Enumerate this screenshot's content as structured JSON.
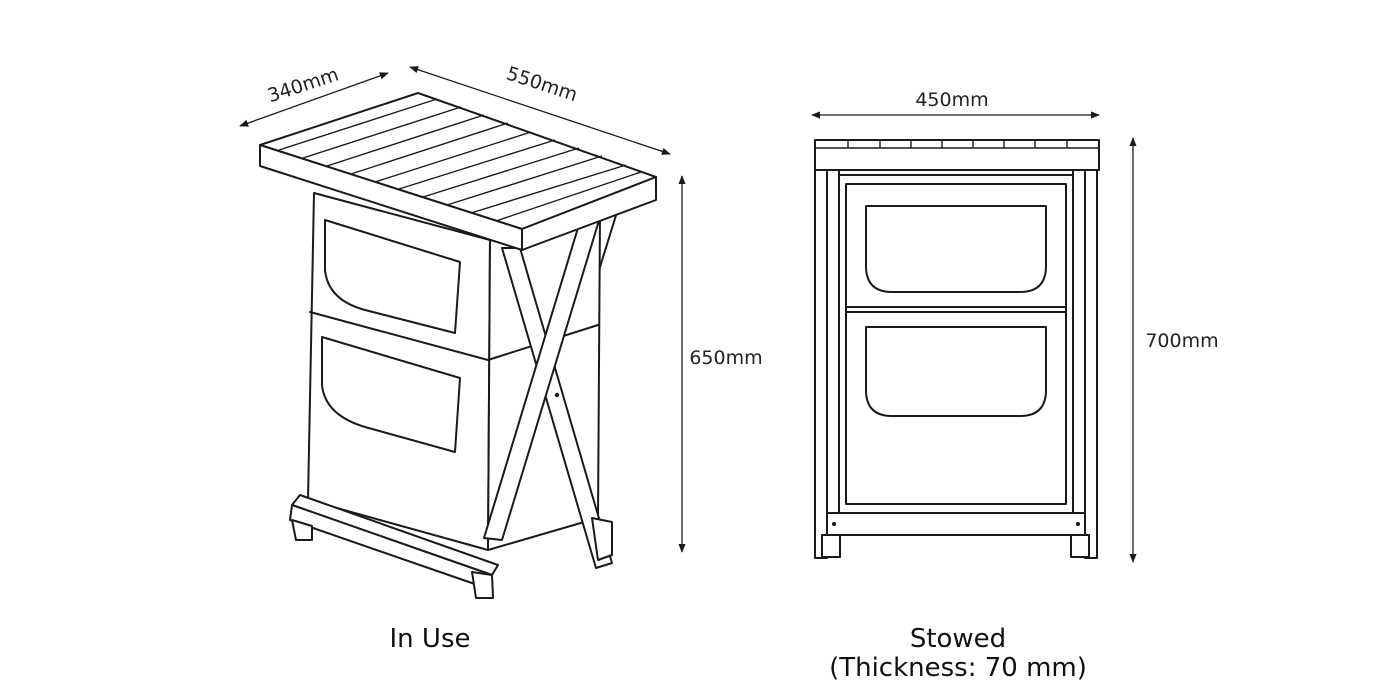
{
  "in_use": {
    "caption": "In Use",
    "dims": {
      "depth": "340mm",
      "width": "550mm",
      "height": "650mm"
    }
  },
  "stowed": {
    "caption": "Stowed",
    "subcaption": "(Thickness: 70 mm)",
    "dims": {
      "width": "450mm",
      "height": "700mm"
    }
  }
}
